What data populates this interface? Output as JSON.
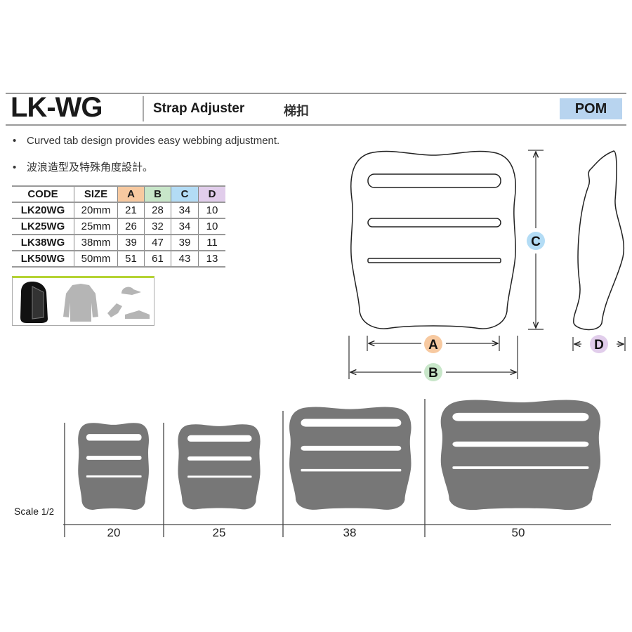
{
  "header": {
    "model": "LK-WG",
    "title": "Strap Adjuster",
    "title_cn": "梯扣",
    "material": "POM"
  },
  "features": [
    "Curved tab design provides easy webbing adjustment.",
    "波浪造型及特殊角度設計。"
  ],
  "spec_table": {
    "columns": [
      "CODE",
      "SIZE",
      "A",
      "B",
      "C",
      "D"
    ],
    "column_colors": {
      "A": "#f7c9a0",
      "B": "#c8e6c9",
      "C": "#b3dcf5",
      "D": "#e1cdeb"
    },
    "rows": [
      [
        "LK20WG",
        "20mm",
        "21",
        "28",
        "34",
        "10"
      ],
      [
        "LK25WG",
        "25mm",
        "26",
        "32",
        "34",
        "10"
      ],
      [
        "LK38WG",
        "38mm",
        "39",
        "47",
        "39",
        "11"
      ],
      [
        "LK50WG",
        "50mm",
        "51",
        "61",
        "43",
        "13"
      ]
    ]
  },
  "applications": [
    "backpack-icon",
    "jacket-icon",
    "cap-glove-shoe-icon"
  ],
  "diagram": {
    "dim_labels": {
      "a": "A",
      "b": "B",
      "c": "C",
      "d": "D"
    }
  },
  "scale_view": {
    "label": "Scale",
    "fraction": "1/2",
    "sizes": [
      "20",
      "25",
      "38",
      "50"
    ]
  }
}
